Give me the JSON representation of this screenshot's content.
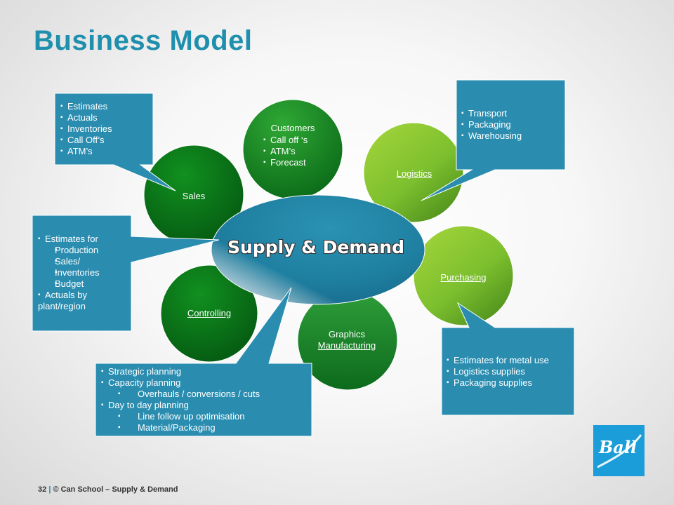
{
  "title": "Business Model",
  "center": "Supply & Demand",
  "circles": {
    "sales": "Sales",
    "customers": "Customers",
    "logistics": "Logistics",
    "purchasing": "Purchasing",
    "controlling": "Controlling",
    "graphics_line1": "Graphics",
    "graphics_line2": "Manufacturing"
  },
  "customers_items": [
    "Call off ‘s",
    "ATM’s",
    "Forecast"
  ],
  "sales_box": [
    "Estimates",
    "Actuals",
    "Inventories",
    "Call Off’s",
    "ATM’s"
  ],
  "logistics_box": [
    "Transport",
    "Packaging",
    "Warehousing"
  ],
  "left_box": {
    "l1a": "Estimates for",
    "l2a": "Production",
    "l2b": "Sales/",
    "l2c": "Inventories",
    "l2d": "Budget",
    "l1b": "Actuals by",
    "l1b_cont": "plant/region"
  },
  "purchasing_box": [
    "Estimates for metal use",
    "Logistics  supplies",
    "Packaging supplies"
  ],
  "controlling_box": {
    "a": "Strategic planning",
    "b": "Capacity planning",
    "b1": "Overhauls / conversions / cuts",
    "c": "Day to day  planning",
    "c1": "Line follow up optimisation",
    "c2": "Material/Packaging"
  },
  "footer": {
    "page": "32",
    "sep": "|",
    "text": "© Can School – Supply & Demand"
  },
  "logo_text": "Ball",
  "colors": {
    "title": "#1f8fad",
    "box": "#2a8db0",
    "dark_green": "#0a6b1a",
    "light_green": "#8cc63f",
    "center": "#1e7fa0"
  }
}
